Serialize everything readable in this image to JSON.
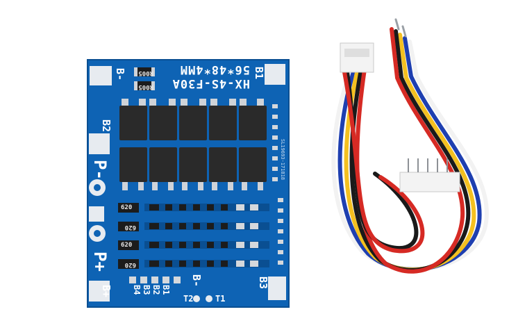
{
  "board": {
    "title_line1": "HX-4S-F30A",
    "title_line2": "56*48*4MM",
    "resistor_top_1": "R005",
    "resistor_top_2": "R005",
    "labels": {
      "b_minus_top": "B-",
      "b1": "B1",
      "b2": "B2",
      "p_minus": "P-",
      "p_plus": "P+",
      "b_plus": "B+",
      "b3": "B3",
      "t1": "T1",
      "t2": "T2",
      "b_minus_bottom": "B-"
    },
    "bottom_pin_labels": [
      "B1",
      "B2",
      "B3",
      "B4"
    ],
    "side_code": "SL19693-171818",
    "cell_resistors": [
      "620",
      "620",
      "620",
      "620"
    ]
  },
  "colors": {
    "pcb": "#0e63b4",
    "pcb_dark": "#0a4f92",
    "pad": "#e7ebf0",
    "mosfet": "#2a2a2a",
    "connector": "#f3f3f3",
    "wire_red": "#d62a24",
    "wire_black": "#1a1a1a",
    "wire_yellow": "#f4c020",
    "wire_blue": "#1e3fb0",
    "wire_white": "#f2f2f2"
  }
}
